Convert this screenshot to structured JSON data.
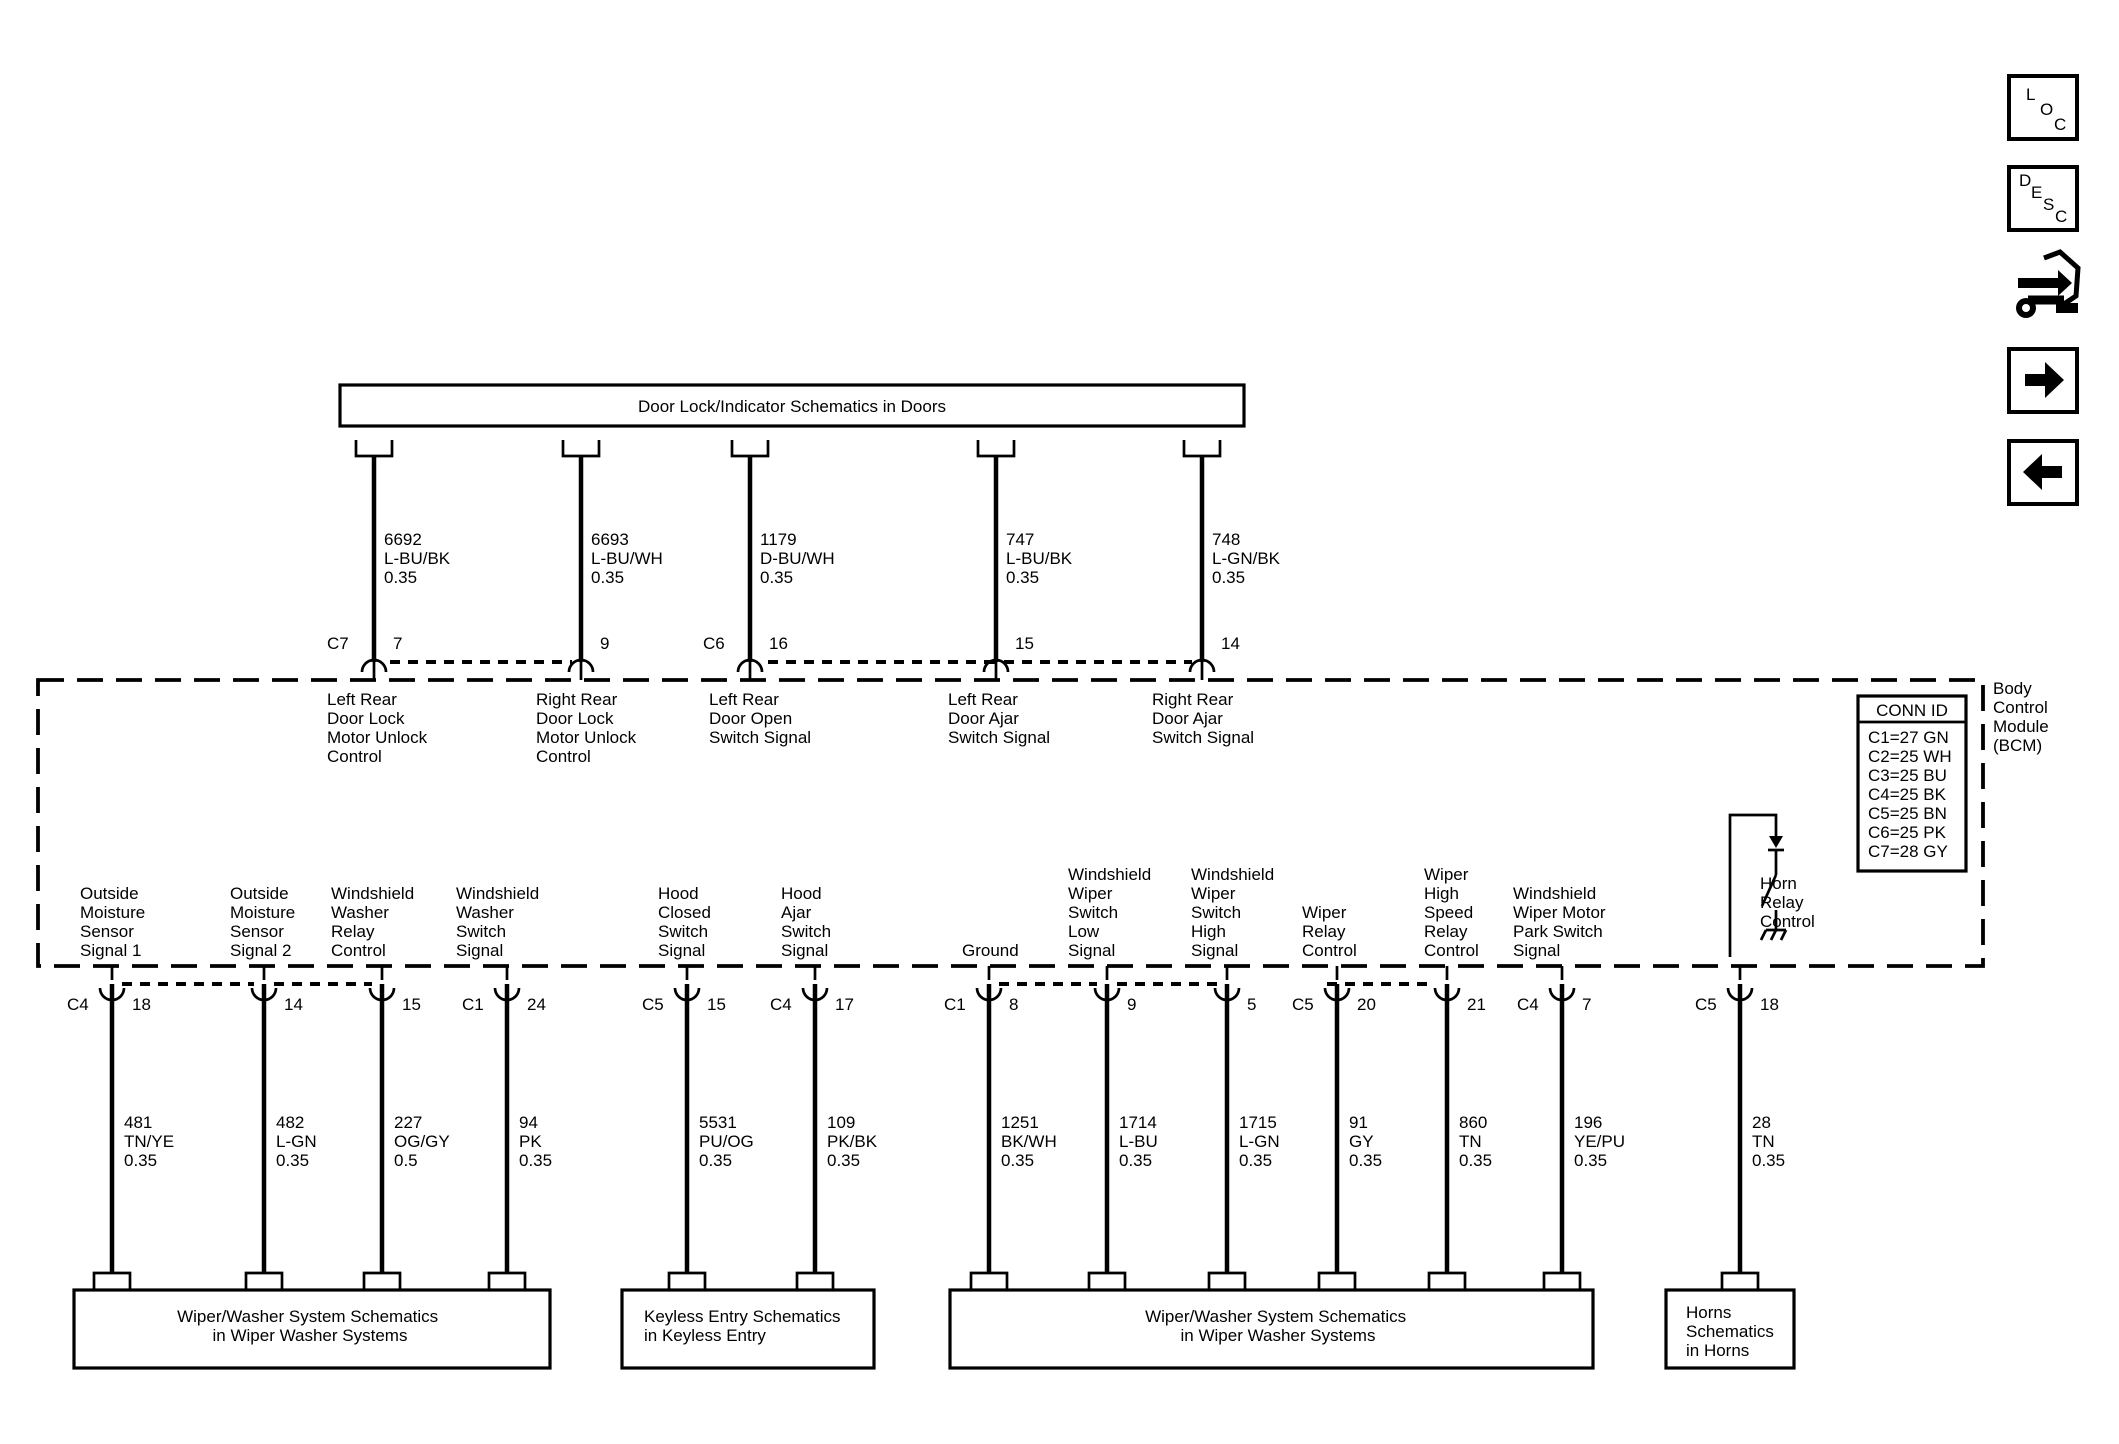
{
  "module": {
    "label_lines": [
      "Body",
      "Control",
      "Module",
      "(BCM)"
    ],
    "conn_id": {
      "title": "CONN ID",
      "rows": [
        "C1=27 GN",
        "C2=25 WH",
        "C3=25 BU",
        "C4=25 BK",
        "C5=25 BN",
        "C6=25 PK",
        "C7=28 GY"
      ]
    }
  },
  "top_box": {
    "label": "Door Lock/Indicator Schematics in Doors"
  },
  "top_pins": [
    {
      "conn": "C7",
      "pin": "7",
      "circuit": "6692",
      "color": "L-BU/BK",
      "gauge": "0.35",
      "func": [
        "Left Rear",
        "Door Lock",
        "Motor Unlock",
        "Control"
      ]
    },
    {
      "conn": "",
      "pin": "9",
      "circuit": "6693",
      "color": "L-BU/WH",
      "gauge": "0.35",
      "func": [
        "Right Rear",
        "Door Lock",
        "Motor Unlock",
        "Control"
      ]
    },
    {
      "conn": "C6",
      "pin": "16",
      "circuit": "1179",
      "color": "D-BU/WH",
      "gauge": "0.35",
      "func": [
        "Left Rear",
        "Door Open",
        "Switch Signal"
      ]
    },
    {
      "conn": "",
      "pin": "15",
      "circuit": "747",
      "color": "L-BU/BK",
      "gauge": "0.35",
      "func": [
        "Left Rear",
        "Door Ajar",
        "Switch Signal"
      ]
    },
    {
      "conn": "",
      "pin": "14",
      "circuit": "748",
      "color": "L-GN/BK",
      "gauge": "0.35",
      "func": [
        "Right Rear",
        "Door Ajar",
        "Switch Signal"
      ]
    }
  ],
  "bottom_pins": [
    {
      "conn": "C4",
      "pin": "18",
      "circuit": "481",
      "color": "TN/YE",
      "gauge": "0.35",
      "func": [
        "Outside",
        "Moisture",
        "Sensor",
        "Signal 1"
      ]
    },
    {
      "conn": "",
      "pin": "14",
      "circuit": "482",
      "color": "L-GN",
      "gauge": "0.35",
      "func": [
        "Outside",
        "Moisture",
        "Sensor",
        "Signal 2"
      ]
    },
    {
      "conn": "",
      "pin": "15",
      "circuit": "227",
      "color": "OG/GY",
      "gauge": "0.5",
      "func": [
        "Windshield",
        "Washer",
        "Relay",
        "Control"
      ]
    },
    {
      "conn": "C1",
      "pin": "24",
      "circuit": "94",
      "color": "PK",
      "gauge": "0.35",
      "func": [
        "Windshield",
        "Washer",
        "Switch",
        "Signal"
      ]
    },
    {
      "conn": "C5",
      "pin": "15",
      "circuit": "5531",
      "color": "PU/OG",
      "gauge": "0.35",
      "func": [
        "Hood",
        "Closed",
        "Switch",
        "Signal"
      ]
    },
    {
      "conn": "C4",
      "pin": "17",
      "circuit": "109",
      "color": "PK/BK",
      "gauge": "0.35",
      "func": [
        "Hood",
        "Ajar",
        "Switch",
        "Signal"
      ]
    },
    {
      "conn": "C1",
      "pin": "8",
      "circuit": "1251",
      "color": "BK/WH",
      "gauge": "0.35",
      "func": [
        "Ground"
      ]
    },
    {
      "conn": "",
      "pin": "9",
      "circuit": "1714",
      "color": "L-BU",
      "gauge": "0.35",
      "func": [
        "Windshield",
        "Wiper",
        "Switch",
        "Low",
        "Signal"
      ]
    },
    {
      "conn": "",
      "pin": "5",
      "circuit": "1715",
      "color": "L-GN",
      "gauge": "0.35",
      "func": [
        "Windshield",
        "Wiper",
        "Switch",
        "High",
        "Signal"
      ]
    },
    {
      "conn": "C5",
      "pin": "20",
      "circuit": "91",
      "color": "GY",
      "gauge": "0.35",
      "func": [
        "Wiper",
        "Relay",
        "Control"
      ]
    },
    {
      "conn": "",
      "pin": "21",
      "circuit": "860",
      "color": "TN",
      "gauge": "0.35",
      "func": [
        "Wiper",
        "High",
        "Speed",
        "Relay",
        "Control"
      ]
    },
    {
      "conn": "C4",
      "pin": "7",
      "circuit": "196",
      "color": "YE/PU",
      "gauge": "0.35",
      "func": [
        "Windshield",
        "Wiper Motor",
        "Park Switch",
        "Signal"
      ]
    },
    {
      "conn": "C5",
      "pin": "18",
      "circuit": "28",
      "color": "TN",
      "gauge": "0.35",
      "func": [
        "Horn",
        "Relay",
        "Control"
      ]
    }
  ],
  "bottom_boxes": [
    {
      "lines": [
        "Wiper/Washer System Schematics",
        "in Wiper Washer Systems"
      ]
    },
    {
      "lines": [
        "Keyless Entry Schematics",
        "in Keyless Entry"
      ]
    },
    {
      "lines": [
        "Wiper/Washer System Schematics",
        "in Wiper Washer Systems"
      ]
    },
    {
      "lines": [
        "Horns",
        "Schematics",
        "in Horns"
      ]
    }
  ],
  "nav": {
    "loc": [
      "L",
      "O",
      "C"
    ],
    "desc": [
      "D",
      "E",
      "S",
      "C"
    ],
    "icons": [
      "loc-icon",
      "desc-icon",
      "connector-wrench-icon",
      "arrow-right-icon",
      "arrow-left-icon"
    ]
  }
}
